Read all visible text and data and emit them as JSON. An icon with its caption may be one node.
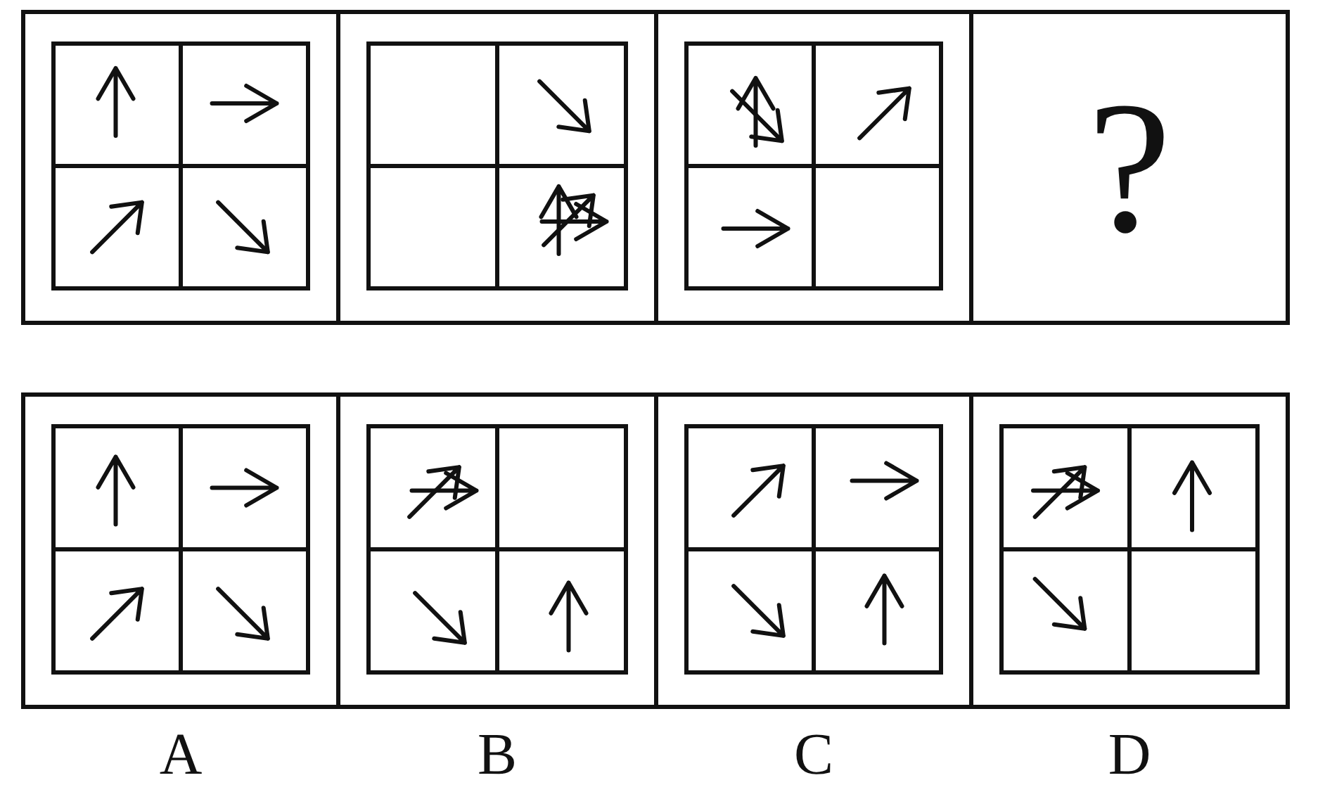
{
  "diagram": {
    "nodes": [
      {
        "text": [],
        "shape": "box"
      },
      {
        "text": [],
        "shape": "box"
      },
      {
        "text": [],
        "shape": "box"
      },
      {
        "text": [
          "?"
        ]
      },
      {
        "text": [],
        "shape": "box",
        "beside": [
          "A"
        ]
      },
      {
        "text": [],
        "shape": "box",
        "beside": [
          "B"
        ]
      },
      {
        "text": [],
        "shape": "box",
        "beside": [
          "C"
        ]
      },
      {
        "text": [],
        "shape": "box",
        "beside": [
          "D"
        ]
      }
    ]
  }
}
